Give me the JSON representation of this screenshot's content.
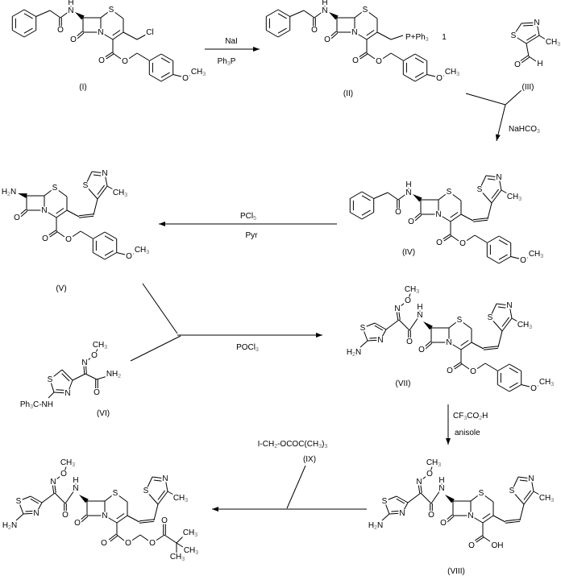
{
  "scheme": {
    "background": "#ffffff",
    "bond_color": "#000000",
    "text_color": "#000000",
    "subscript_color": "#6f6f6f"
  },
  "compound_labels": {
    "I": "(I)",
    "II": "(II)",
    "III": "(III)",
    "IV": "(IV)",
    "V": "(V)",
    "VI": "(VI)",
    "VII": "(VII)",
    "VIII": "(VIII)",
    "IX": "(IX)"
  },
  "atom_symbols": {
    "S": "S",
    "N": "N",
    "O": "O",
    "H": "H",
    "Cl": "Cl",
    "OH": "OH",
    "CH3": "CH_3",
    "NH2": "NH_2",
    "H2N": "H_2N",
    "phosphonium": "P+Ph_3",
    "iodide_counterion": "1",
    "trityl_amino": "Ph_3C-NH"
  },
  "reagent_labels": {
    "step1_above": "NaI",
    "step1_below": "Ph_3P",
    "step2": "NaHCO_3",
    "step3_above": "PCl_5",
    "step3_below": "Pyr",
    "step4": "POCl_3",
    "step5_above": "CF_3CO_2H",
    "step5_below": "anisole",
    "step6_reagent": "I-CH_2-OCOC(CH_3)_3"
  }
}
